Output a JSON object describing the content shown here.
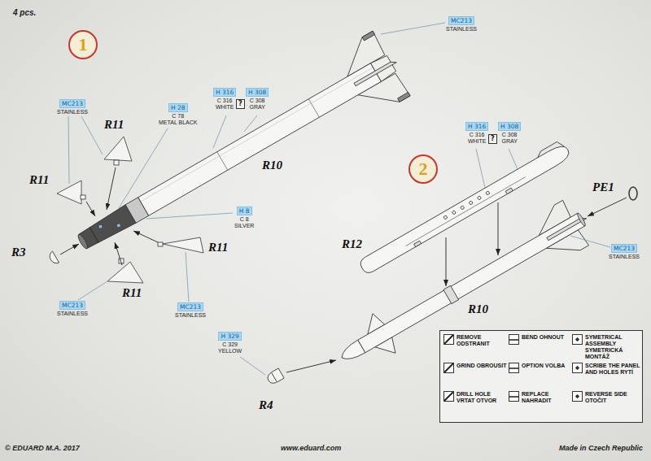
{
  "diagram": {
    "nodes": [
      {
        "text": [
          "1"
        ]
      },
      {
        "text": [
          "MC213",
          "STAINLESS"
        ]
      },
      {
        "text": [
          "H 316",
          "C 316",
          "WHITE"
        ]
      },
      {
        "text": [
          "H 308",
          "C 308",
          "GRAY"
        ]
      },
      {
        "text": [
          "MC213",
          "STAINLESS"
        ]
      },
      {
        "text": [
          "H 28",
          "C 78",
          "METAL BLACK"
        ]
      },
      {
        "text": [
          "H 8",
          "C 8",
          "SILVER"
        ]
      },
      {
        "text": [
          "MC213",
          "STAINLESS"
        ]
      },
      {
        "text": [
          "MC213",
          "STAINLESS"
        ]
      },
      {
        "text": [
          "2"
        ]
      },
      {
        "text": [
          "H 316",
          "C 316",
          "WHITE"
        ]
      },
      {
        "text": [
          "H 308",
          "C 308",
          "GRAY"
        ]
      },
      {
        "text": [
          "MC213",
          "STAINLESS"
        ]
      },
      {
        "text": [
          "H 329",
          "C 329",
          "YELLOW"
        ]
      }
    ],
    "labels": [
      "4 pcs.",
      "?",
      "R11",
      "R11",
      "R10",
      "R3",
      "R11",
      "R11",
      "?",
      "PE1",
      "R12",
      "R10",
      "R4",
      "© EDUARD M.A. 2017",
      "www.eduard.com",
      "Made in Czech Republic"
    ],
    "legend": [
      {
        "text": "REMOVE ODSTRANIT"
      },
      {
        "text": "BEND OHNOUT"
      },
      {
        "text": "SYMETRICAL ASSEMBLY SYMETRICKÁ MONTÁŽ"
      },
      {
        "text": "GRIND OBROUSIT"
      },
      {
        "text": "OPTION VOLBA"
      },
      {
        "text": "SCRIBE THE PANEL AND HOLES RYTÍ"
      },
      {
        "text": "DRILL HOLE VRTAT OTVOR"
      },
      {
        "text": "REPLACE NAHRADIT"
      },
      {
        "text": "REVERSE SIDE OTOČIT"
      }
    ]
  }
}
